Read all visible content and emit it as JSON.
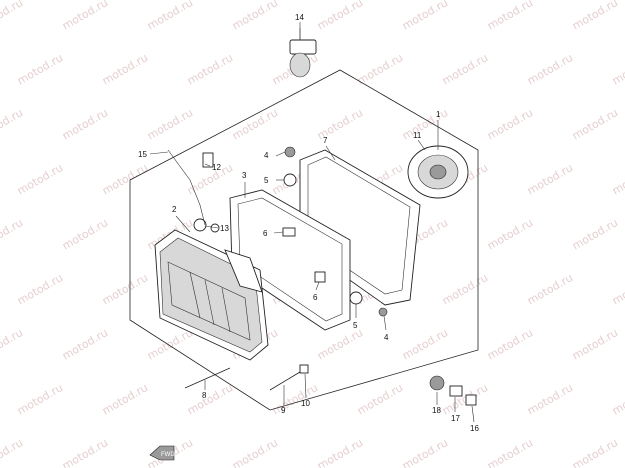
{
  "watermark": "motod.ru",
  "callouts": [
    {
      "id": "c1",
      "text": "1"
    },
    {
      "id": "c2",
      "text": "2"
    },
    {
      "id": "c3",
      "text": "3"
    },
    {
      "id": "c4a",
      "text": "4"
    },
    {
      "id": "c4b",
      "text": "4"
    },
    {
      "id": "c5a",
      "text": "5"
    },
    {
      "id": "c5b",
      "text": "5"
    },
    {
      "id": "c6a",
      "text": "6"
    },
    {
      "id": "c6b",
      "text": "6"
    },
    {
      "id": "c7",
      "text": "7"
    },
    {
      "id": "c8",
      "text": "8"
    },
    {
      "id": "c9",
      "text": "9"
    },
    {
      "id": "c10",
      "text": "10"
    },
    {
      "id": "c11",
      "text": "11"
    },
    {
      "id": "c12",
      "text": "12"
    },
    {
      "id": "c13",
      "text": "13"
    },
    {
      "id": "c14",
      "text": "14"
    },
    {
      "id": "c15",
      "text": "15"
    },
    {
      "id": "c16",
      "text": "16"
    },
    {
      "id": "c17",
      "text": "17"
    },
    {
      "id": "c18",
      "text": "18"
    }
  ],
  "front_marker": "FWD"
}
